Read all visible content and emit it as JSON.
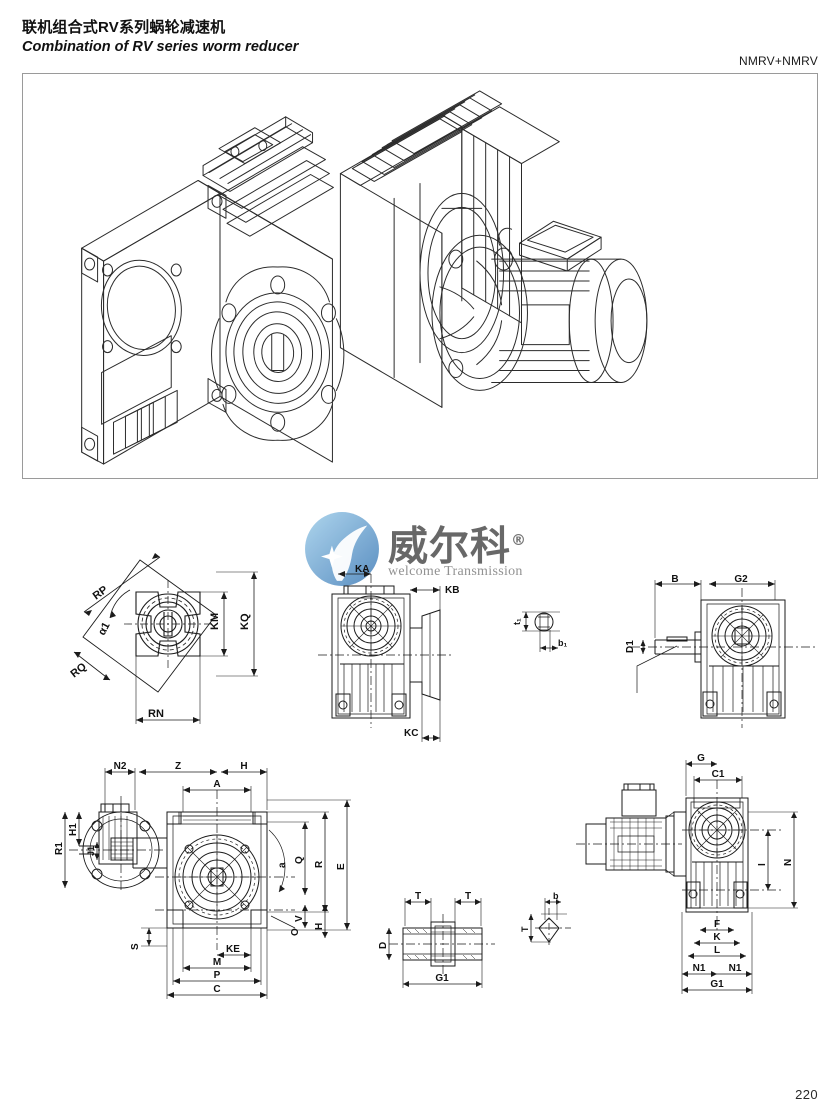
{
  "header": {
    "title_cn": "联机组合式RV系列蜗轮减速机",
    "title_en": "Combination of RV series worm reducer",
    "model_code": "NMRV+NMRV"
  },
  "watermark": {
    "brand_cn": "威尔科",
    "registered_mark": "®",
    "brand_en": "welcome Transmission",
    "logo_color_light": "#9ecbe8",
    "logo_color_dark": "#5a93c7"
  },
  "iso_drawing": {
    "caption": "isometric-assembly-worm-reducer-with-motor"
  },
  "diagrams": {
    "flange": {
      "name": "output-flange-face-view",
      "labels": {
        "rp": "RP",
        "alpha1": "α1",
        "rq": "RQ",
        "rn": "RN",
        "km": "KM",
        "kq": "KQ"
      }
    },
    "kakbkc": {
      "name": "reducer-side-view-flange-mount",
      "labels": {
        "ka": "KA",
        "kb": "KB",
        "kc": "KC"
      }
    },
    "key1": {
      "name": "input-shaft-keyway-section",
      "labels": {
        "t1": "t₁",
        "b1": "b₁"
      }
    },
    "bg2": {
      "name": "reducer-front-view-with-input-shaft",
      "labels": {
        "b": "B",
        "g2": "G2",
        "d1": "D1"
      }
    },
    "mainview": {
      "name": "reducer-top-view-main-dimensions",
      "labels": {
        "n2": "N2",
        "z": "Z",
        "h_top": "H",
        "a": "A",
        "r1": "R1",
        "h1": "H1",
        "j1": "J1",
        "a_small": "a",
        "q": "Q",
        "r": "R",
        "e": "E",
        "v": "V",
        "h_right": "H",
        "o": "O",
        "s": "S",
        "ke": "KE",
        "m": "M",
        "p": "P",
        "c": "C"
      }
    },
    "shaft": {
      "name": "hollow-output-shaft-section",
      "labels": {
        "t_left": "T",
        "t_right": "T",
        "d": "D",
        "g1": "G1"
      }
    },
    "key2": {
      "name": "output-shaft-keyway-section",
      "labels": {
        "b": "b",
        "t": "T"
      }
    },
    "motorview": {
      "name": "reducer-with-motor-assembly-view",
      "labels": {
        "g": "G",
        "c1": "C1",
        "n": "N",
        "i": "I",
        "f": "F",
        "k": "K",
        "l": "L",
        "n1_left": "N1",
        "n1_right": "N1",
        "g1": "G1"
      }
    }
  },
  "footer": {
    "page_number": "220"
  }
}
